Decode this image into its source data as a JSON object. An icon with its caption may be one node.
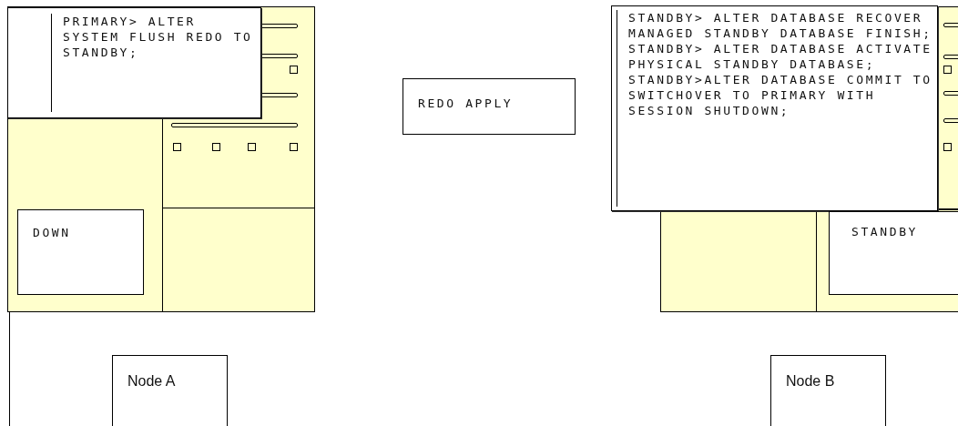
{
  "diagram": {
    "nodes": [
      {
        "text": [
          "PRIMARY> ALTER SYSTEM FLUSH REDO TO STANDBY;"
        ]
      },
      {
        "text": [
          "DOWN"
        ]
      },
      {
        "text": [
          "REDO APPLY"
        ]
      },
      {
        "text": [
          "STANDBY> ALTER DATABASE RECOVER MANAGED STANDBY DATABASE FINISH; STANDBY> ALTER DATABASE ACTIVATE PHYSICAL STANDBY DATABASE; STANDBY>ALTER DATABASE COMMIT TO SWITCHOVER TO PRIMARY WITH SESSION SHUTDOWN;"
        ]
      },
      {
        "text": [
          "STANDBY"
        ]
      },
      {
        "text": [
          "Node A"
        ]
      },
      {
        "text": [
          "Node B"
        ]
      }
    ]
  }
}
